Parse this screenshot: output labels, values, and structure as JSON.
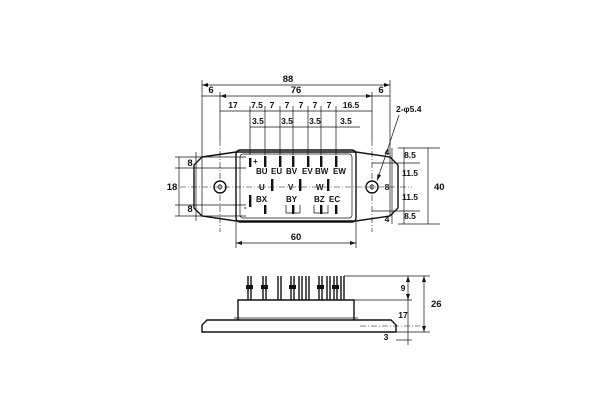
{
  "dimensions": {
    "overall_width": "88",
    "mount_pitch": "76",
    "edge_left": "6",
    "edge_right": "6",
    "pitch_row": [
      "17",
      "7.5",
      "7",
      "7",
      "7",
      "7",
      "7",
      "16.5"
    ],
    "pin_spacing": [
      "3.5",
      "3.5",
      "3.5",
      "3.5"
    ],
    "hole_callout": "2-φ5.4",
    "left_heights": [
      "8",
      "18",
      "8"
    ],
    "right_inner": [
      "4",
      "8",
      "4"
    ],
    "right_outer": [
      "8.5",
      "11.5",
      "11.5",
      "8.5"
    ],
    "total_height": "40",
    "base_length": "60",
    "side_heights": [
      "9",
      "17",
      "26",
      "3"
    ]
  },
  "terminals": {
    "top_row": [
      "+",
      "BU",
      "EU",
      "BV",
      "EV",
      "BW",
      "EW"
    ],
    "middle_row": [
      "U",
      "V",
      "W"
    ],
    "bottom_row": [
      "-",
      "BX",
      "BY",
      "BZ",
      "EC"
    ]
  }
}
